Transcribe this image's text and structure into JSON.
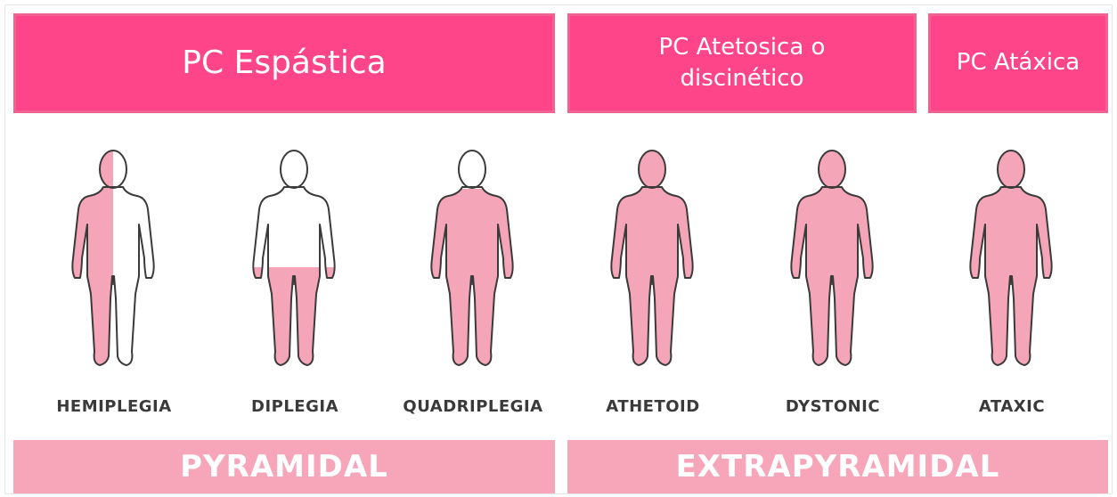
{
  "headers": [
    {
      "text": "PC Espástica"
    },
    {
      "text": "PC Atetosica o discinético"
    },
    {
      "text": "PC Atáxica"
    }
  ],
  "figures": [
    {
      "label": "HEMIPLEGIA",
      "fill": "left-half"
    },
    {
      "label": "DIPLEGIA",
      "fill": "lower-body"
    },
    {
      "label": "QUADRIPLEGIA",
      "fill": "body-except-head"
    },
    {
      "label": "ATHETOID",
      "fill": "full"
    },
    {
      "label": "DYSTONIC",
      "fill": "full"
    },
    {
      "label": "ATAXIC",
      "fill": "full"
    }
  ],
  "footers": [
    {
      "text": "PYRAMIDAL"
    },
    {
      "text": "EXTRAPYRAMIDAL"
    }
  ],
  "colors": {
    "header_bg": "#ff4589",
    "header_border": "#f0628f",
    "footer_bg": "#f7a6ba",
    "figure_fill": "#f5a5b8",
    "outline": "#3a3a3a"
  }
}
